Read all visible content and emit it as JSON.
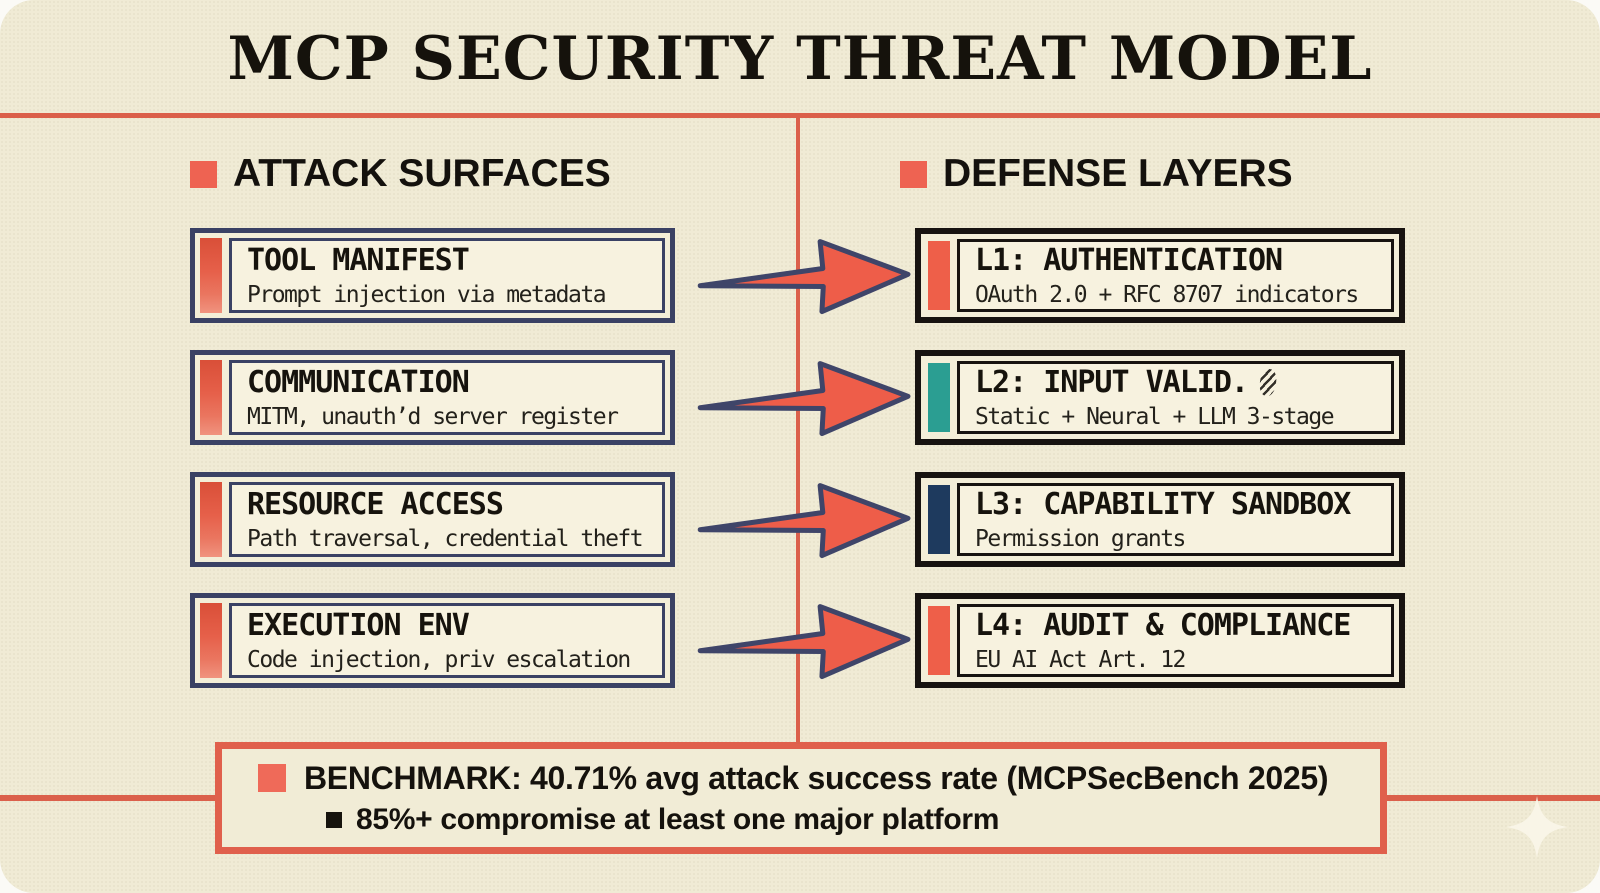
{
  "title": "MCP SECURITY THREAT MODEL",
  "left_column": {
    "header": "ATTACK SURFACES",
    "items": [
      {
        "title": "TOOL MANIFEST",
        "subtitle": "Prompt injection via metadata"
      },
      {
        "title": "COMMUNICATION",
        "subtitle": "MITM, unauth’d server register"
      },
      {
        "title": "RESOURCE ACCESS",
        "subtitle": "Path traversal, credential theft"
      },
      {
        "title": "EXECUTION ENV",
        "subtitle": "Code injection, priv escalation"
      }
    ]
  },
  "right_column": {
    "header": "DEFENSE LAYERS",
    "items": [
      {
        "title": "L1: AUTHENTICATION",
        "subtitle": "OAuth 2.0 + RFC 8707 indicators",
        "stripe_color": "#ee5f49",
        "shadow_color": "rgba(223,93,71,0.55)"
      },
      {
        "title": "L2: INPUT VALID.",
        "subtitle": "Static + Neural + LLM 3-stage",
        "stripe_color": "#2b9e92",
        "shadow_color": "rgba(43,158,146,0.6)"
      },
      {
        "title": "L3: CAPABILITY SANDBOX",
        "subtitle": "Permission grants",
        "stripe_color": "#1e3a5e",
        "shadow_color": "rgba(28,34,44,0.6)"
      },
      {
        "title": "L4: AUDIT & COMPLIANCE",
        "subtitle": "EU AI Act Art. 12",
        "stripe_color": "#ee5f49",
        "shadow_color": "rgba(223,93,71,0.55)"
      }
    ]
  },
  "benchmark": {
    "line1": "BENCHMARK: 40.71% avg attack success rate (MCPSecBench 2025)",
    "line2": "85%+ compromise at least one major platform"
  },
  "colors": {
    "background": "#f0ebd5",
    "accent": "#db604b",
    "salmon": "#ee6352",
    "teal": "#2b9e92",
    "navy": "#3a4164",
    "ink": "#17140e"
  }
}
